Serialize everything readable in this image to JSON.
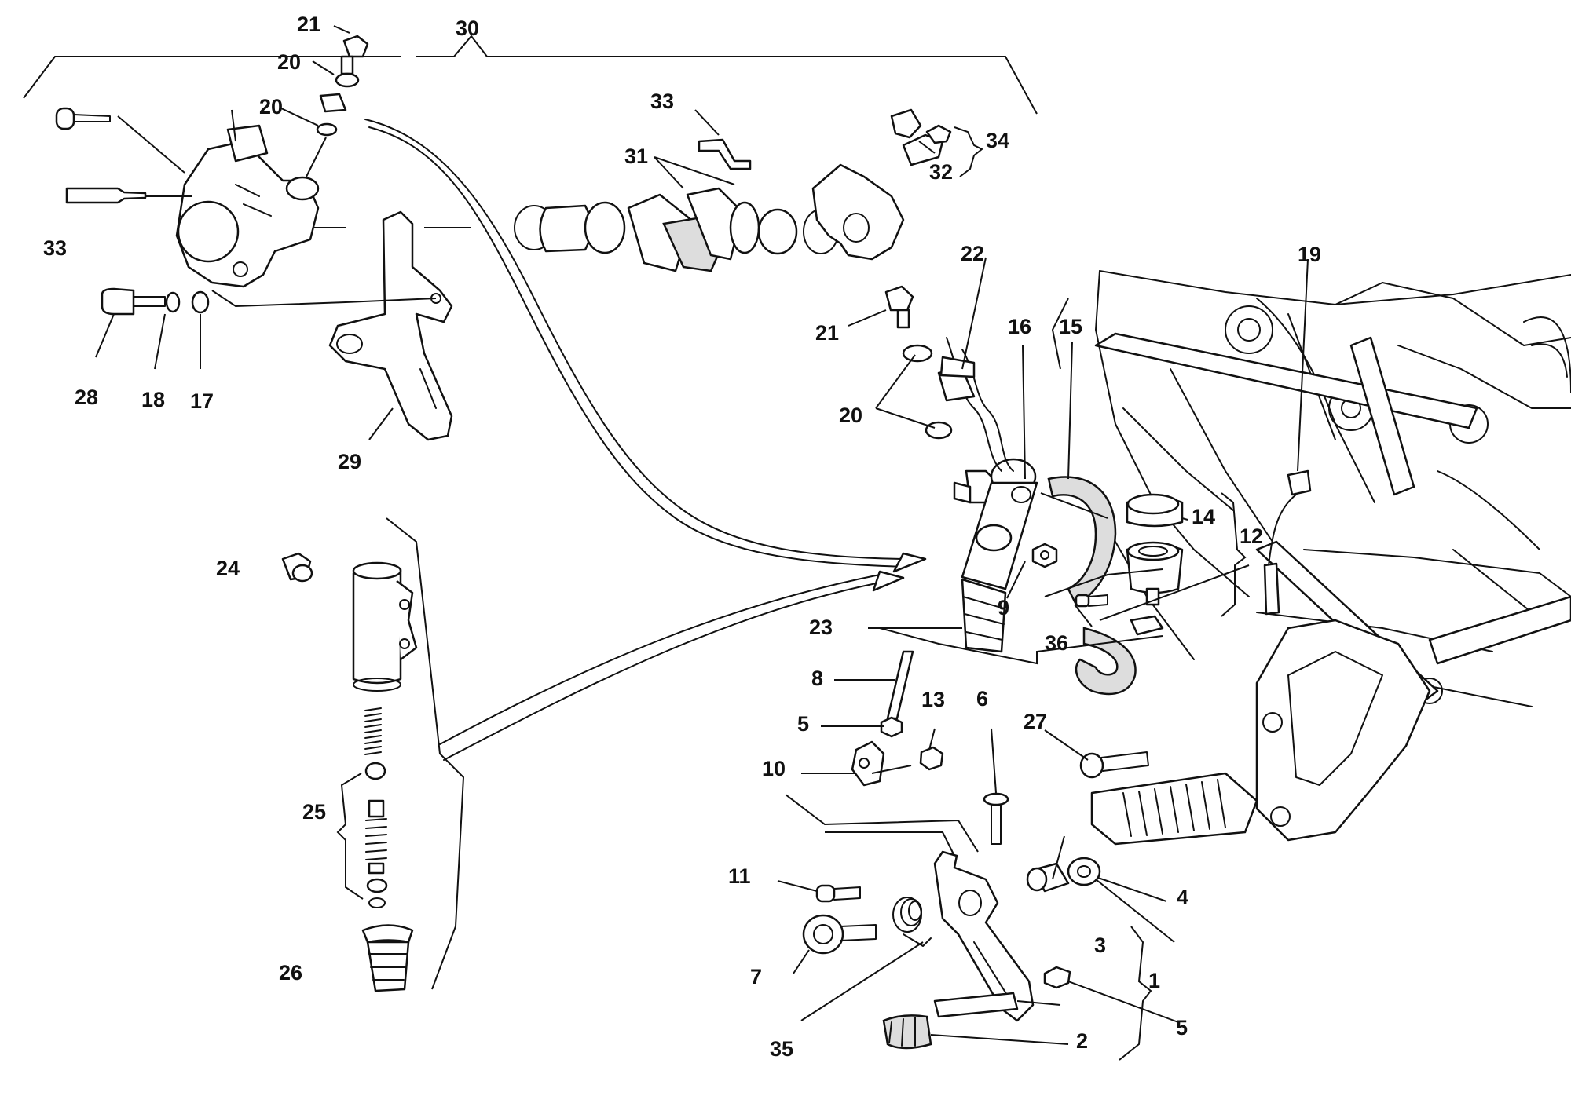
{
  "callouts": [
    {
      "id": "l1",
      "text": "1"
    },
    {
      "id": "l2",
      "text": "2"
    },
    {
      "id": "l3",
      "text": "3"
    },
    {
      "id": "l4",
      "text": "4"
    },
    {
      "id": "l5a",
      "text": "5"
    },
    {
      "id": "l5b",
      "text": "5"
    },
    {
      "id": "l6",
      "text": "6"
    },
    {
      "id": "l7",
      "text": "7"
    },
    {
      "id": "l8",
      "text": "8"
    },
    {
      "id": "l9",
      "text": "9"
    },
    {
      "id": "l10",
      "text": "10"
    },
    {
      "id": "l11",
      "text": "11"
    },
    {
      "id": "l12",
      "text": "12"
    },
    {
      "id": "l13",
      "text": "13"
    },
    {
      "id": "l14",
      "text": "14"
    },
    {
      "id": "l15",
      "text": "15"
    },
    {
      "id": "l16",
      "text": "16"
    },
    {
      "id": "l17",
      "text": "17"
    },
    {
      "id": "l18",
      "text": "18"
    },
    {
      "id": "l19",
      "text": "19"
    },
    {
      "id": "l20a",
      "text": "20"
    },
    {
      "id": "l20b",
      "text": "20"
    },
    {
      "id": "l20c",
      "text": "20"
    },
    {
      "id": "l21a",
      "text": "21"
    },
    {
      "id": "l21b",
      "text": "21"
    },
    {
      "id": "l22",
      "text": "22"
    },
    {
      "id": "l23",
      "text": "23"
    },
    {
      "id": "l24",
      "text": "24"
    },
    {
      "id": "l25",
      "text": "25"
    },
    {
      "id": "l26",
      "text": "26"
    },
    {
      "id": "l27",
      "text": "27"
    },
    {
      "id": "l28",
      "text": "28"
    },
    {
      "id": "l29",
      "text": "29"
    },
    {
      "id": "l30",
      "text": "30"
    },
    {
      "id": "l31",
      "text": "31"
    },
    {
      "id": "l32",
      "text": "32"
    },
    {
      "id": "l33a",
      "text": "33"
    },
    {
      "id": "l33b",
      "text": "33"
    },
    {
      "id": "l34",
      "text": "34"
    },
    {
      "id": "l35",
      "text": "35"
    },
    {
      "id": "l36",
      "text": "36"
    }
  ]
}
